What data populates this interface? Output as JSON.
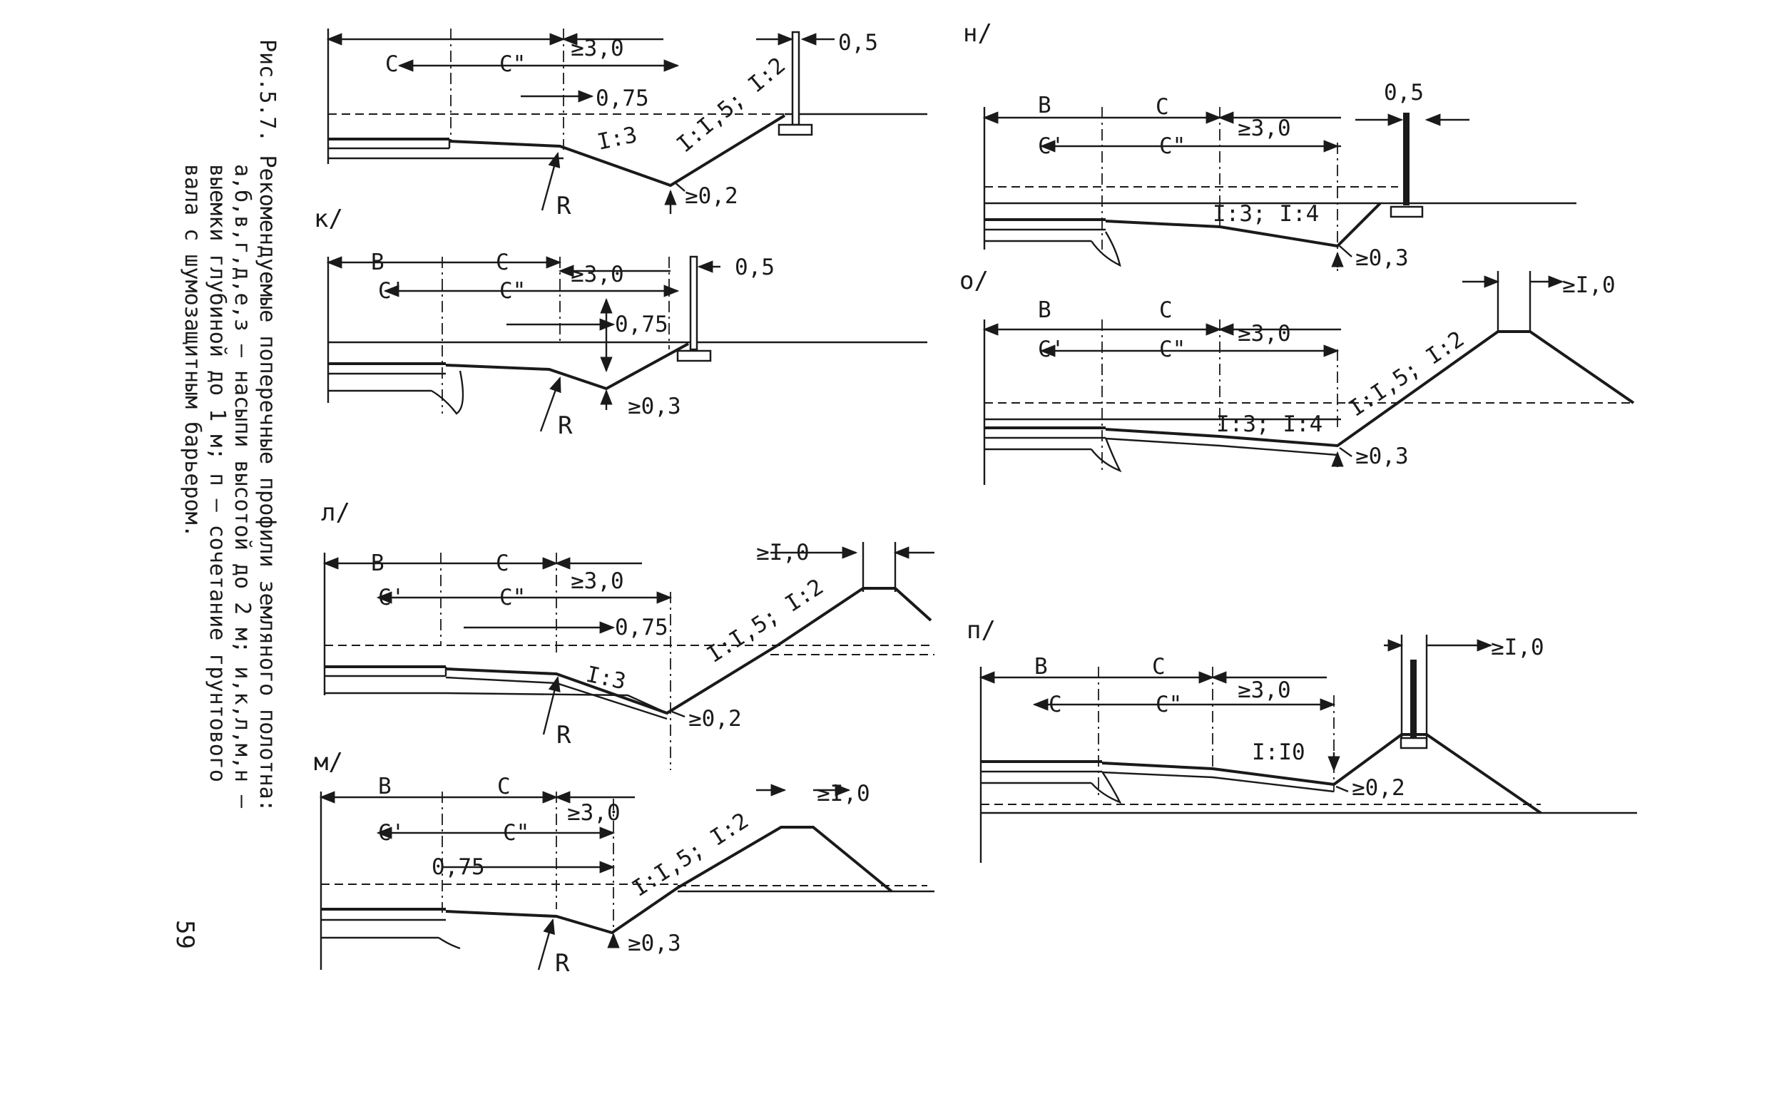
{
  "page_number": "59",
  "caption": {
    "line1": "Рис.5.7. Рекомендуемые поперечные профили земляного полотна:",
    "line2": "а,б,в,г,д,е,з – насыпи высотой до 2 м; и,к,л,м,н –",
    "line3": "выемки глубиной до 1 м; п – сочетание грунтового",
    "line4": "вала с шумозащитным барьером."
  },
  "panels": {
    "top_left": {
      "letter": "",
      "c": "C",
      "c2": "C\"",
      "ge3": "≥3,0",
      "d05": "0,5",
      "d075": "0,75",
      "slope_ditch": "I:3",
      "slope_outer": "I:I,5; I:2",
      "R": "R",
      "ge02": "≥0,2"
    },
    "k": {
      "letter": "к/",
      "B": "B",
      "c": "C",
      "c1": "C'",
      "c2": "C\"",
      "ge3": "≥3,0",
      "d05": "0,5",
      "d075": "0,75",
      "R": "R",
      "ge03": "≥0,3"
    },
    "l": {
      "letter": "л/",
      "B": "B",
      "c": "C",
      "c1": "C'",
      "c2": "C\"",
      "ge3": "≥3,0",
      "d075": "0,75",
      "ge1": "≥I,0",
      "slope_ditch": "I:3",
      "slope_outer": "I:I,5; I:2",
      "R": "R",
      "ge02": "≥0,2"
    },
    "m": {
      "letter": "м/",
      "B": "B",
      "c": "C",
      "c1": "C'",
      "c2": "C\"",
      "ge3": "≥3,0",
      "d075": "0,75",
      "ge1": "≥I,0",
      "slope_outer": "I:I,5; I:2",
      "R": "R",
      "ge0x": "≥0,3"
    },
    "n": {
      "letter": "н/",
      "B": "B",
      "c": "C",
      "c1": "C'",
      "c2": "C\"",
      "ge3": "≥3,0",
      "d05": "0,5",
      "slope": "I:3; I:4",
      "ge03": "≥0,3"
    },
    "o": {
      "letter": "о/",
      "B": "B",
      "c": "C",
      "c1": "C'",
      "c2": "C\"",
      "ge3": "≥3,0",
      "ge1": "≥I,0",
      "slope_outer": "I:I,5; I:2",
      "slope_ditch": "I:3; I:4",
      "ge03": "≥0,3"
    },
    "p": {
      "letter": "п/",
      "B": "B",
      "c": "C",
      "c1": "C",
      "c2": "C\"",
      "ge3": "≥3,0",
      "ge1": "≥I,0",
      "slope": "I:I0",
      "ge02": "≥0,2"
    }
  }
}
